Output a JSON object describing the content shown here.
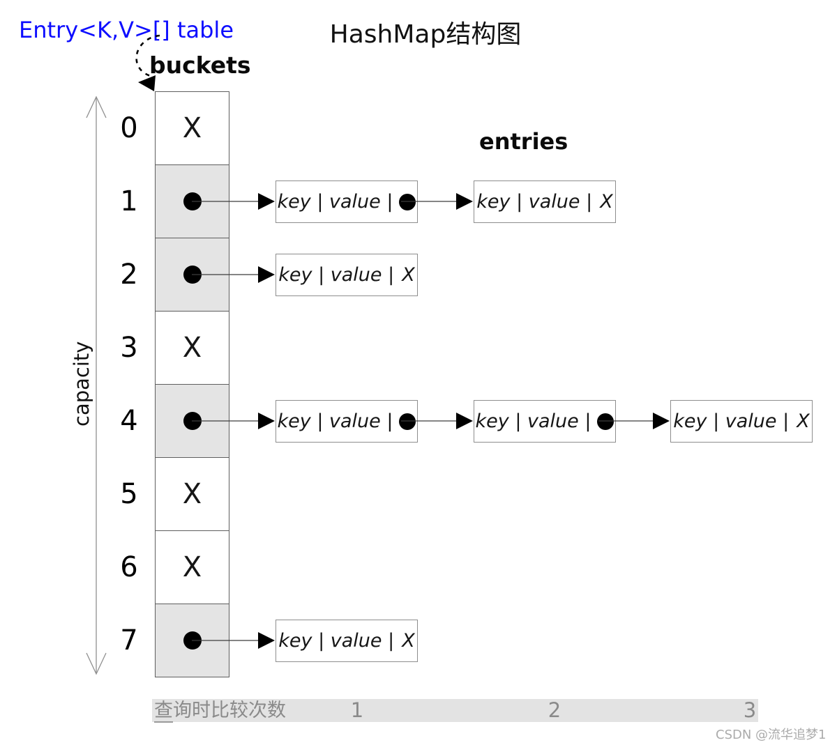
{
  "header": {
    "array_label": "Entry<K,V>[] table",
    "title": "HashMap结构图",
    "buckets_label": "buckets",
    "entries_label": "entries",
    "capacity_label": "capacity"
  },
  "buckets": {
    "null_text": "X",
    "cells": [
      {
        "index": "0",
        "type": "empty"
      },
      {
        "index": "1",
        "type": "pointer"
      },
      {
        "index": "2",
        "type": "pointer"
      },
      {
        "index": "3",
        "type": "empty"
      },
      {
        "index": "4",
        "type": "pointer"
      },
      {
        "index": "5",
        "type": "empty"
      },
      {
        "index": "6",
        "type": "empty"
      },
      {
        "index": "7",
        "type": "pointer"
      }
    ]
  },
  "entries": {
    "box_text": "key | value |",
    "null_text": "X",
    "chains": [
      {
        "bucket": "1",
        "nodes": [
          "pointer",
          "null"
        ]
      },
      {
        "bucket": "2",
        "nodes": [
          "null"
        ]
      },
      {
        "bucket": "4",
        "nodes": [
          "pointer",
          "pointer",
          "null"
        ]
      },
      {
        "bucket": "7",
        "nodes": [
          "null"
        ]
      }
    ]
  },
  "footer": {
    "label_first_char": "查",
    "label_rest": "询时比较次数",
    "counts": [
      "1",
      "2",
      "3"
    ]
  },
  "watermark": "CSDN @流华追梦1",
  "colors": {
    "link_blue": "#0d0dff",
    "bucket_fill": "#e4e4e4",
    "footer_bg": "#e3e3e3",
    "muted_gray": "#8a8a8a"
  }
}
